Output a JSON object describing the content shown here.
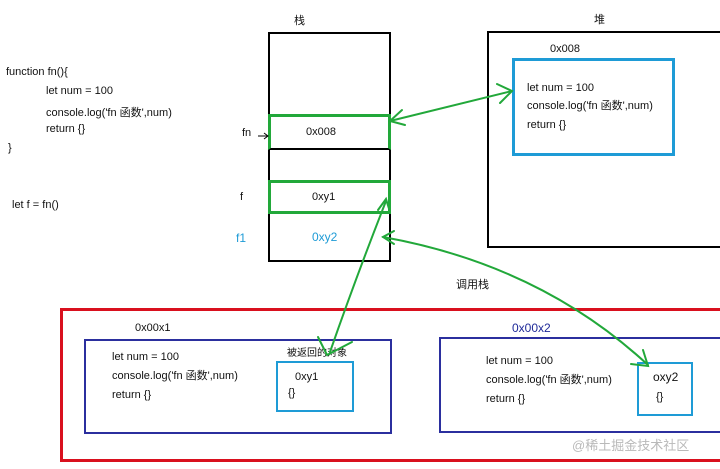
{
  "source_code": {
    "lines": [
      "function fn(){",
      "let num = 100",
      "console.log('fn 函数',num)",
      "return {}",
      "}"
    ],
    "assignment": "let f = fn()"
  },
  "stack": {
    "title": "栈",
    "rows": [
      {
        "label": "fn",
        "value": "0x008"
      },
      {
        "label": "f",
        "value": "0xy1"
      },
      {
        "label": "f1",
        "value": "0xy2"
      }
    ]
  },
  "heap": {
    "title": "堆",
    "address": "0x008",
    "code": [
      "let num = 100",
      "console.log('fn 函数',num)",
      "return {}"
    ]
  },
  "call_stack": {
    "title": "调用栈",
    "frames": [
      {
        "address": "0x00x1",
        "code": [
          "let num = 100",
          "console.log('fn 函数',num)",
          "return {}"
        ],
        "returned_label": "被返回的对象",
        "object_address": "0xy1",
        "object_body": "{}"
      },
      {
        "address": "0x00x2",
        "code": [
          "let num = 100",
          "console.log('fn 函数',num)",
          "return {}"
        ],
        "object_address": "oxy2",
        "object_body": "{}"
      }
    ]
  },
  "watermark": "@稀土掘金技术社区",
  "colors": {
    "stack_border": "#000000",
    "heap_inner": "#1e9bd6",
    "arrow": "#22a83a",
    "call_stack_border": "#d9101e",
    "frame_border": "#2b2f9e",
    "object_border": "#1e9bd6"
  }
}
